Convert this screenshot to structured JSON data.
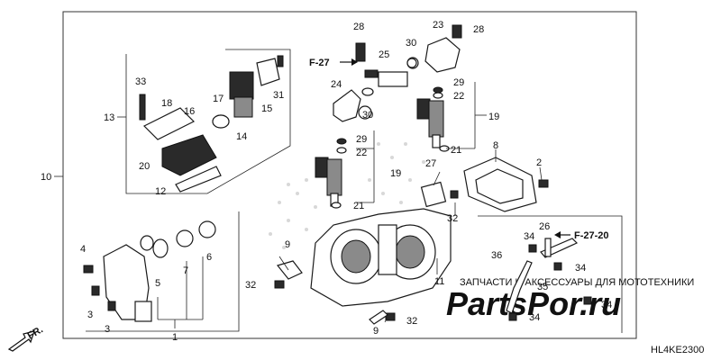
{
  "diagram_code": "HL4KE2300",
  "front_label": "FR.",
  "ref_main": "F-27",
  "ref_sub": "F-27-20",
  "watermark_text": "ЗАПЧАСТИ И АКСЕССУАРЫ ДЛЯ МОТОТЕХНИКИ",
  "watermark_logo": "PartsPor.ru",
  "callouts": {
    "c1": "1",
    "c2": "2",
    "c3a": "3",
    "c3b": "3",
    "c4": "4",
    "c5": "5",
    "c6": "6",
    "c7": "7",
    "c8": "8",
    "c9a": "9",
    "c9b": "9",
    "c10": "10",
    "c11": "11",
    "c12": "12",
    "c13": "13",
    "c14": "14",
    "c15": "15",
    "c16": "16",
    "c17": "17",
    "c18": "18",
    "c19a": "19",
    "c19b": "19",
    "c20": "20",
    "c21a": "21",
    "c21b": "21",
    "c22a": "22",
    "c22b": "22",
    "c23": "23",
    "c24": "24",
    "c25": "25",
    "c26": "26",
    "c27": "27",
    "c28a": "28",
    "c28b": "28",
    "c29a": "29",
    "c29b": "29",
    "c30a": "30",
    "c30b": "30",
    "c31": "31",
    "c32a": "32",
    "c32b": "32",
    "c32c": "32",
    "c33": "33",
    "c34a": "34",
    "c34b": "34",
    "c34c": "34",
    "c34d": "34",
    "c35": "35",
    "c36": "36"
  }
}
